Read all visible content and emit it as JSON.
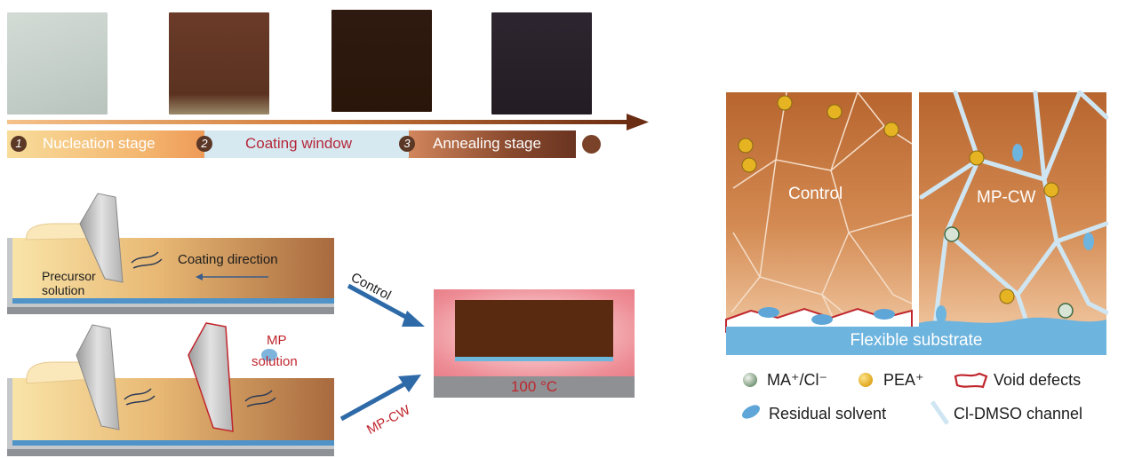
{
  "stages": [
    {
      "num": "1",
      "label": "Nucleation stage"
    },
    {
      "num": "2",
      "label": "Coating window"
    },
    {
      "num": "3",
      "label": "Annealing stage"
    }
  ],
  "coating": {
    "precursor_label_1": "Precursor",
    "precursor_label_2": "solution",
    "direction_label": "Coating direction",
    "mp_label_1": "MP",
    "mp_label_2": "solution"
  },
  "arrows": {
    "top": "Control",
    "bottom": "MP-CW"
  },
  "anneal": {
    "temp": "100 °C"
  },
  "films": {
    "control": "Control",
    "mpcw": "MP-CW",
    "substrate": "Flexible substrate"
  },
  "legend": {
    "ma": "MA⁺/Cl⁻",
    "pea": "PEA⁺",
    "void": "Void defects",
    "solvent": "Residual solvent",
    "channel": "Cl-DMSO channel"
  },
  "colors": {
    "dark_brown": "#5a2a16",
    "orange": "#c8642a",
    "substrate_blue": "#6db6dc",
    "void_red": "#c0262d",
    "text_red": "#c0262d"
  }
}
